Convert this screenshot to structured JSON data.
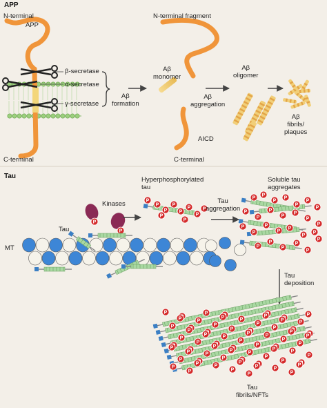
{
  "sections": {
    "app_title": "APP",
    "tau_title": "Tau"
  },
  "app": {
    "n_terminal": "N-terminal",
    "app_label": "APP",
    "beta_secretase": "β-secretase",
    "alpha_secretase": "α-secretase",
    "gamma_secretase": "γ-secretase",
    "c_terminal": "C-terminal",
    "abeta_formation_1": "Aβ",
    "abeta_formation_2": "formation",
    "n_terminal_fragment": "N-terminal fragment",
    "abeta_monomer_1": "Aβ",
    "abeta_monomer_2": "monomer",
    "abeta_aggregation_1": "Aβ",
    "abeta_aggregation_2": "aggregation",
    "abeta_oligomer_1": "Aβ",
    "abeta_oligomer_2": "oligomer",
    "aicd": "AICD",
    "c_terminal_2": "C-terminal",
    "abeta_fibrils_1": "Aβ",
    "abeta_fibrils_2": "fibrils/",
    "abeta_fibrils_3": "plaques"
  },
  "tau": {
    "kinases": "Kinases",
    "tau_label": "Tau",
    "mt_label": "MT",
    "hyper_1": "Hyperphosphorylated",
    "hyper_2": "tau",
    "tau_aggregation_1": "Tau",
    "tau_aggregation_2": "aggregation",
    "soluble_1": "Soluble tau",
    "soluble_2": "aggregates",
    "deposition_1": "Tau",
    "deposition_2": "deposition",
    "fibrils_1": "Tau",
    "fibrils_2": "fibrils/NFTs",
    "p_glyph": "P"
  },
  "colors": {
    "background": "#f3efe8",
    "app_orange": "#f0953a",
    "membrane_green": "#9ccf7e",
    "abeta_peptide": "#f1cf79",
    "microtubule_blue": "#3d86d6",
    "microtubule_white": "#f6f3ea",
    "kinase_purple": "#8a2a55",
    "phosphate_red": "#d42a2a",
    "tau_green": "#a9d8a2",
    "tau_blue": "#3b7fc4",
    "arrow_gray": "#444444"
  }
}
